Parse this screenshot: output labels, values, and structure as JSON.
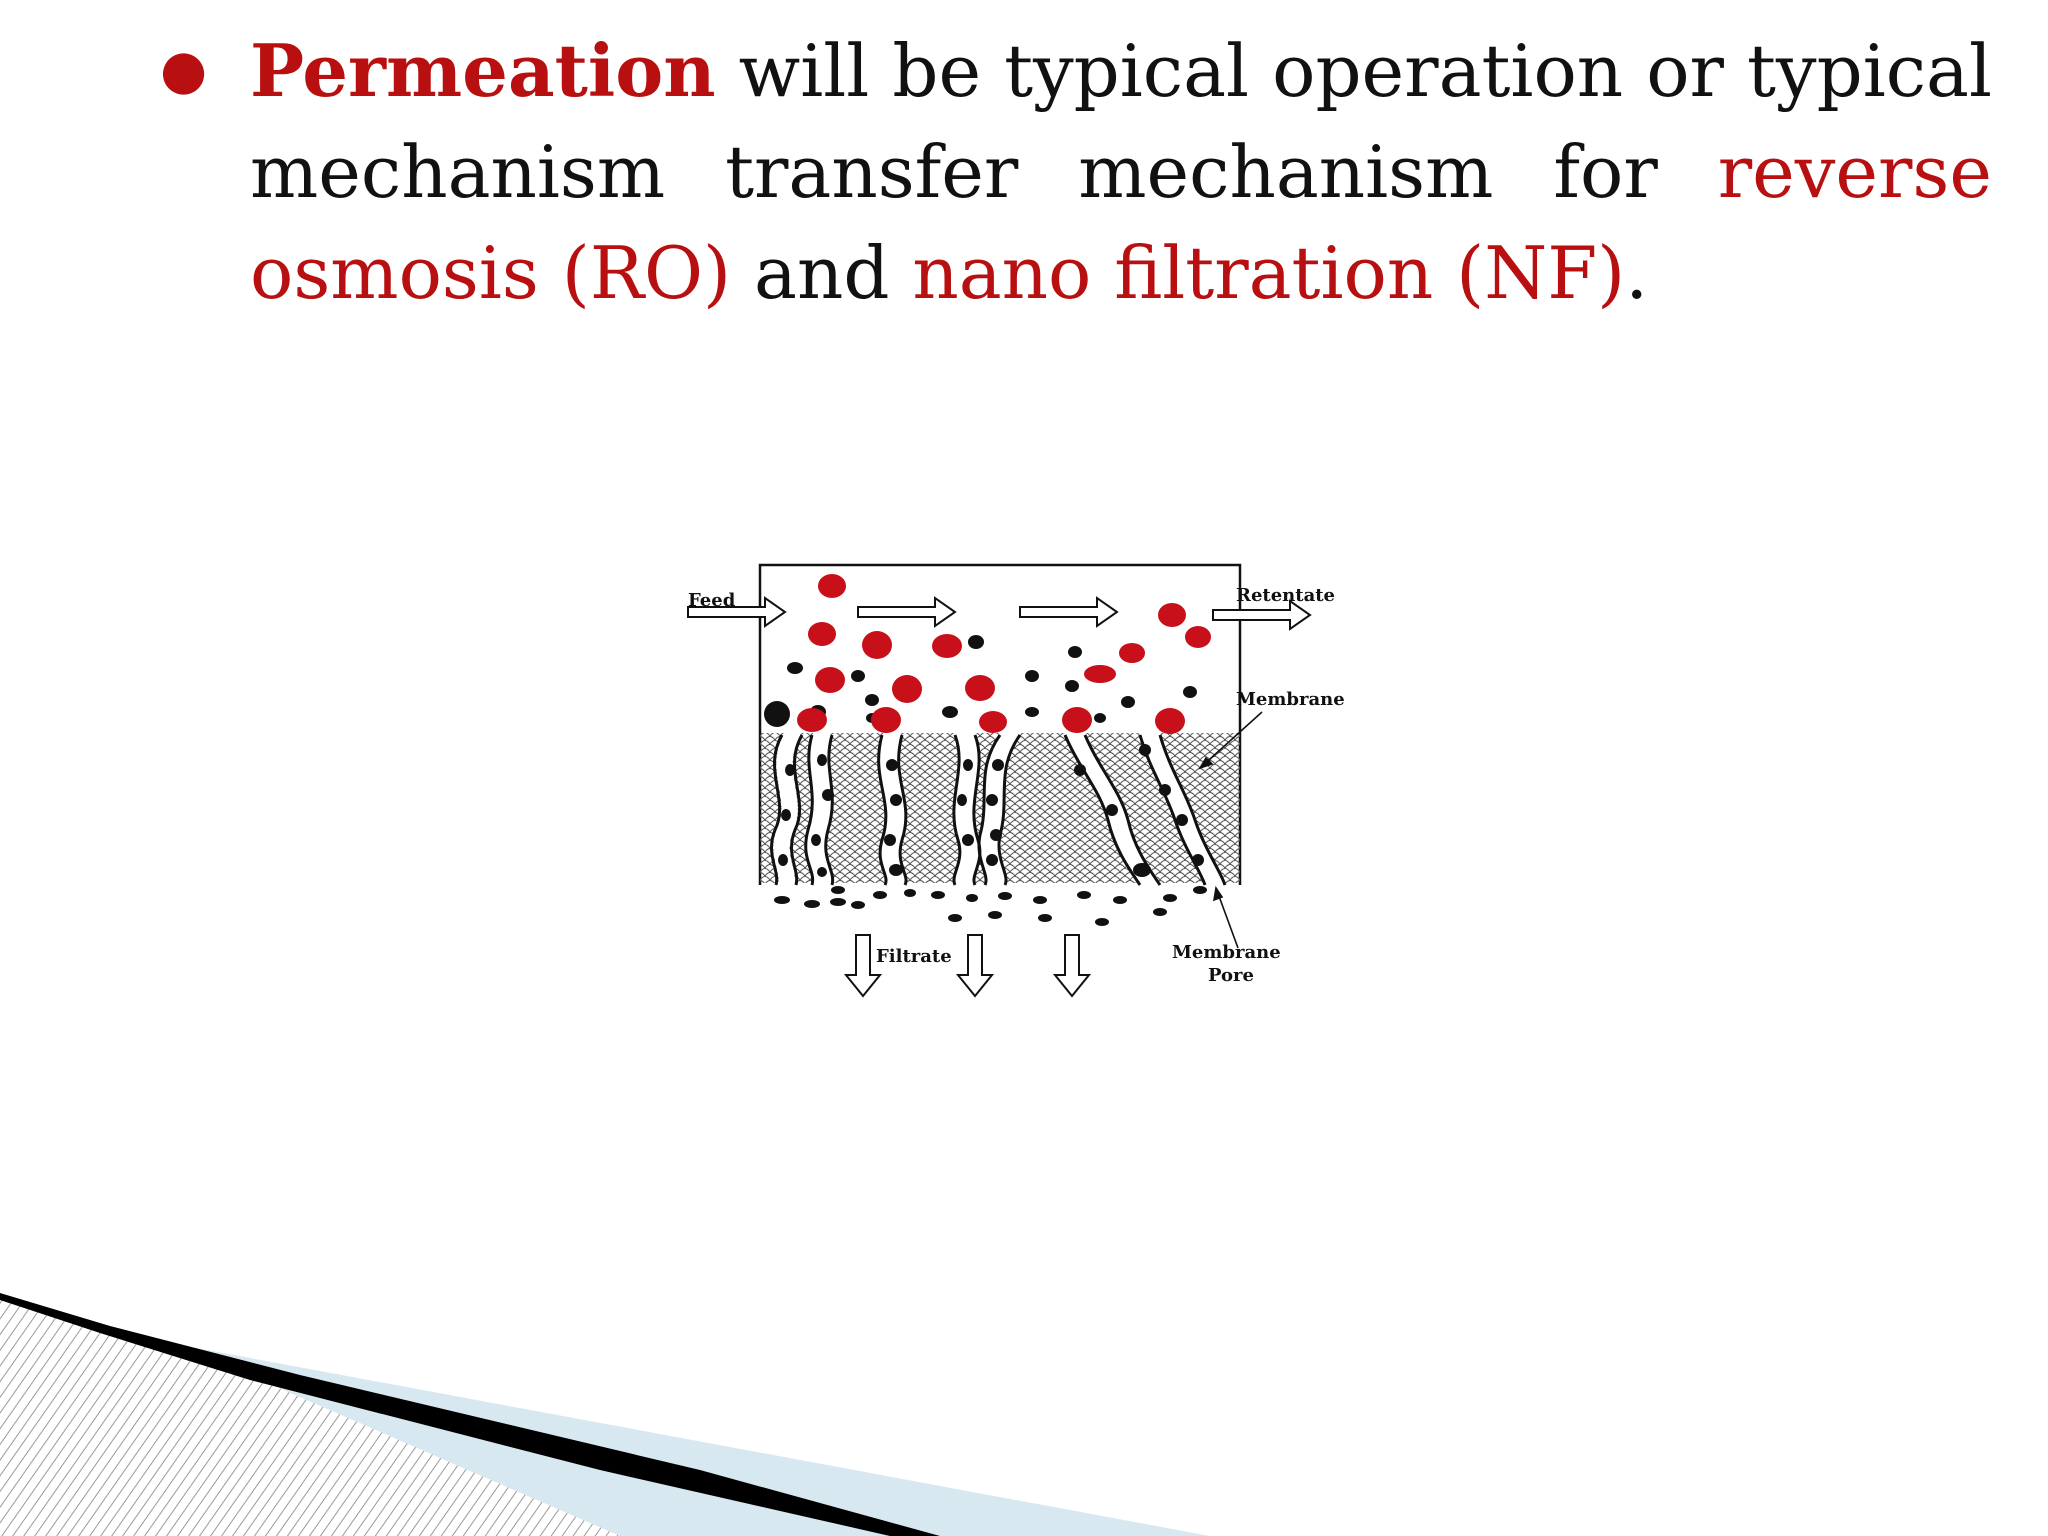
{
  "slide": {
    "bullet": {
      "term": "Permeation",
      "text_1": "will be typical operation or typical mechanism transfer mechanism for",
      "highlight_1": "reverse osmosis (RO)",
      "text_2": "and",
      "highlight_2": "nano filtration (NF)",
      "text_3": "."
    }
  },
  "diagram": {
    "labels": {
      "feed": "Feed",
      "retentate": "Retentate",
      "membrane": "Membrane",
      "filtrate": "Filtrate",
      "membrane_pore_line1": "Membrane",
      "membrane_pore_line2": "Pore"
    },
    "colors": {
      "large_particle": "#c8101a",
      "small_particle": "#111111",
      "accent_text": "#b80f10"
    }
  },
  "decoration": {
    "colors": {
      "wedge_dark": "#000000",
      "wedge_light": "#d8e8f0",
      "hatch": "#9a9a9a"
    }
  }
}
